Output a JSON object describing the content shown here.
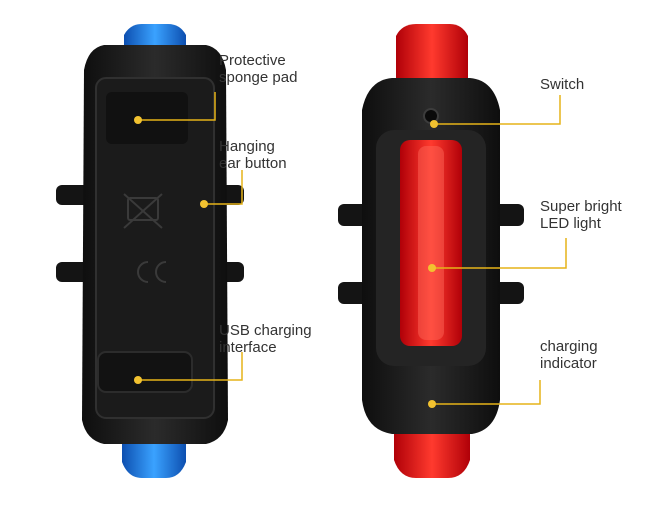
{
  "callouts": {
    "left": {
      "protective_sponge_pad": "Protective\nsponge pad",
      "hanging_ear_button": "Hanging\near button",
      "usb_charging_interface": "USB charging\ninterface"
    },
    "right": {
      "switch": "Switch",
      "super_bright_led": "Super bright\nLED light",
      "charging_indicator": "charging\nindicator"
    }
  },
  "colors": {
    "callout_line": "#e6b319",
    "body": "#1c1c1c",
    "blue_lens": "#1e7fe0",
    "red_lens": "#e8141a"
  }
}
